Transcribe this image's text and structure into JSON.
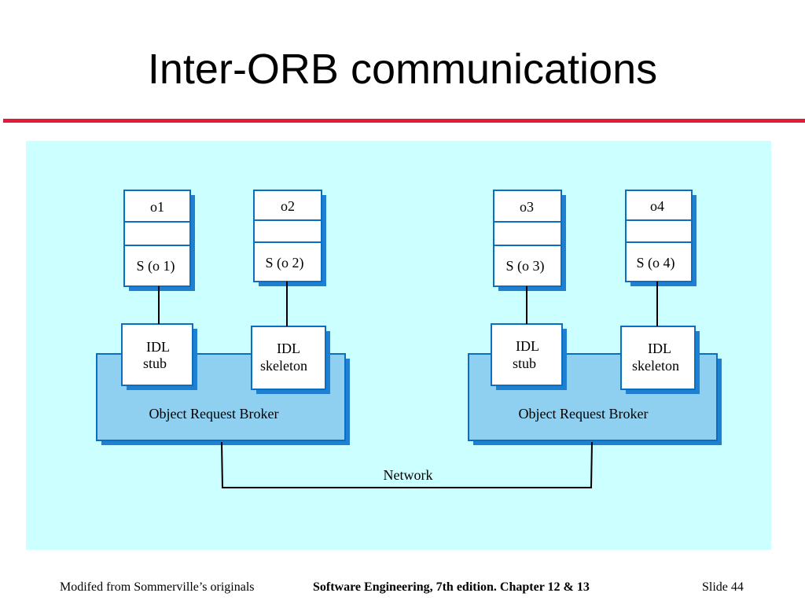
{
  "slide": {
    "title": "Inter-ORB communications",
    "accent_color": "#e01b3c",
    "panel_color": "#ccffff"
  },
  "diagram": {
    "objects": [
      {
        "name": "o1",
        "skeleton": "S (o 1)"
      },
      {
        "name": "o2",
        "skeleton": "S (o 2)"
      },
      {
        "name": "o3",
        "skeleton": "S (o 3)"
      },
      {
        "name": "o4",
        "skeleton": "S (o 4)"
      }
    ],
    "idl_left": [
      {
        "line1": "IDL",
        "line2": "stub"
      },
      {
        "line1": "IDL",
        "line2": "skeleton"
      }
    ],
    "idl_right": [
      {
        "line1": "IDL",
        "line2": "stub"
      },
      {
        "line1": "IDL",
        "line2": "skeleton"
      }
    ],
    "orb_left": "Object  Request  Broker",
    "orb_right": "Object  Request  Broker",
    "network": "Network",
    "colors": {
      "box_border": "#0a6fc2",
      "orb_fill": "#8fd0f0",
      "shadow": "#1f7fd0"
    }
  },
  "footer": {
    "left": "Modifed from Sommerville’s originals",
    "center": "Software Engineering, 7th edition. Chapter 12 & 13",
    "right": "Slide  44"
  }
}
